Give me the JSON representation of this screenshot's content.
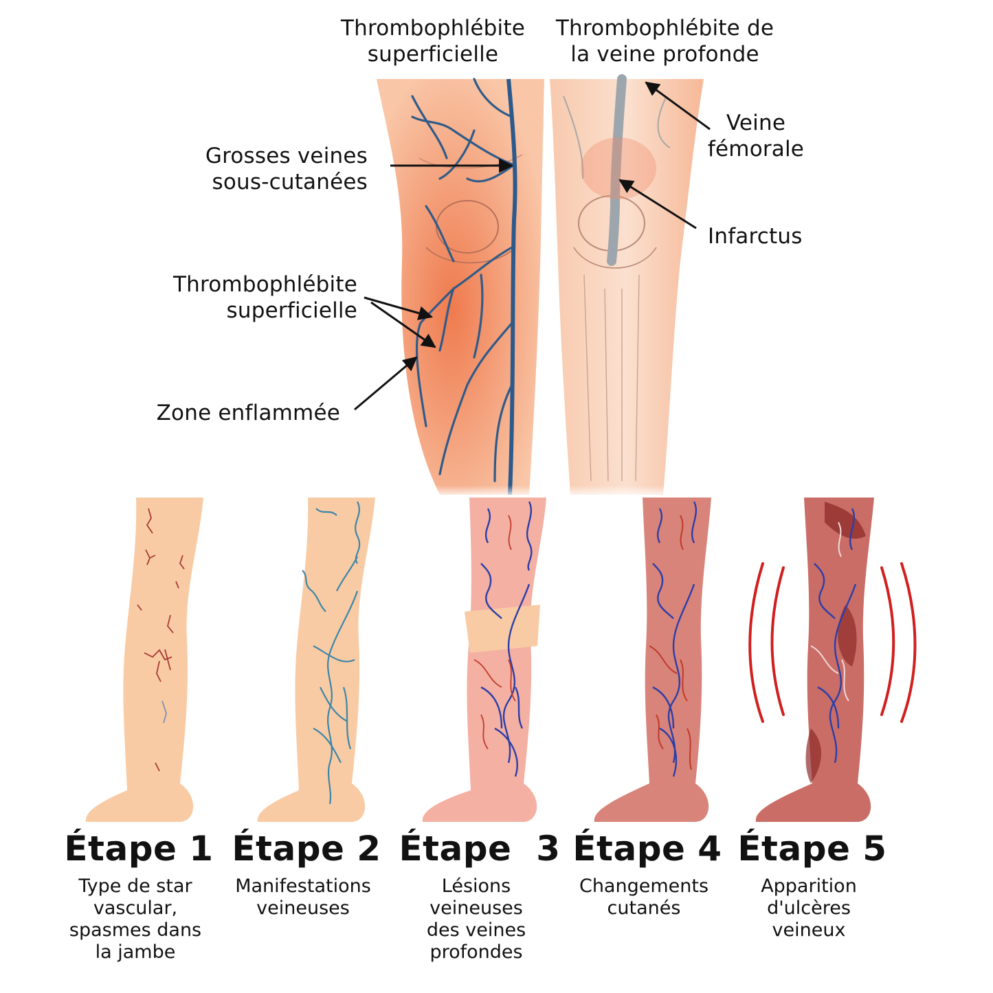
{
  "top": {
    "left_title": "Thrombophlébite\nsuperficielle",
    "right_title": "Thrombophlébite de\nla veine profonde",
    "callouts": {
      "grosses_veines": "Grosses veines\nsous-cutanées",
      "thrombo_sup": "Thrombophlébite\nsuperficielle",
      "zone": "Zone enflammée",
      "veine_femorale": "Veine\nfémorale",
      "infarctus": "Infarctus"
    }
  },
  "stages": [
    {
      "title": "Étape 1",
      "desc": "Type de star\nvascular,\nspasmes dans\nla jambe"
    },
    {
      "title": "Étape 2",
      "desc": "Manifestations\nveineuses"
    },
    {
      "title": "Étape  3",
      "desc": "Lésions\nveineuses\ndes veines\nprofondes"
    },
    {
      "title": "Étape 4",
      "desc": "Changements\ncutanés"
    },
    {
      "title": "Étape 5",
      "desc": "Apparition\nd'ulcères\nveineux"
    }
  ],
  "colors": {
    "skin": "#f7c9a3",
    "skin_inflamed": "#f08a5d",
    "vein_blue": "#2c5a8c",
    "vein_dark_blue": "#1f2f9a",
    "vein_red": "#c0392b",
    "stage3_skin": "#f2a9a0",
    "stage4_skin": "#d98278",
    "stage5_skin": "#c86c66",
    "ulcer": "#8e2b2b",
    "pain_lines": "#d11f1f"
  }
}
